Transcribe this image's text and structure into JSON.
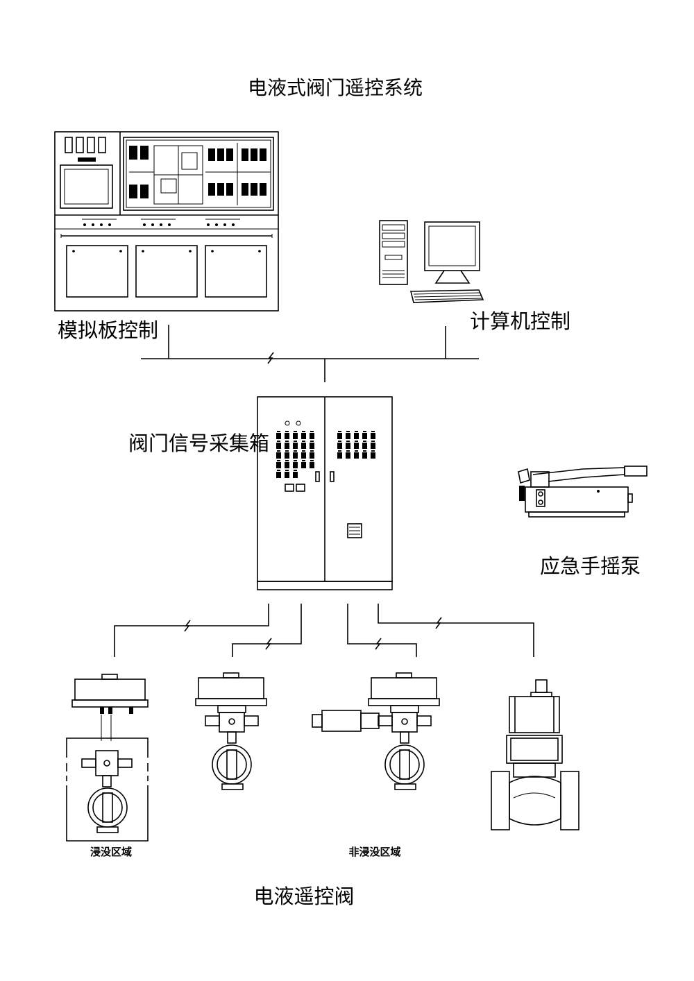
{
  "diagram": {
    "title": "电液式阀门遥控系统",
    "nodes": {
      "simulation_panel": "模拟板控制",
      "computer": "计算机控制",
      "collector_box": "阀门信号采集箱",
      "hand_pump": "应急手摇泵",
      "remote_valves": "电液遥控阀"
    },
    "zones": {
      "submerged": "浸没区域",
      "non_submerged": "非浸没区域"
    }
  },
  "colors": {
    "stroke": "#000000",
    "background": "#ffffff"
  }
}
